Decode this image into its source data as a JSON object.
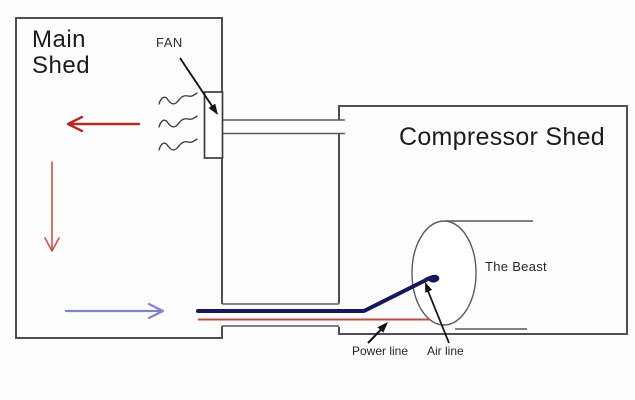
{
  "labels": {
    "main_shed": "Main Shed",
    "compressor_shed": "Compressor Shed",
    "fan": "FAN",
    "beast": "The Beast",
    "power_line": "Power line",
    "air_line": "Air line"
  },
  "colors": {
    "shed_outline": "#4f4f4f",
    "detail_line": "#5a5a5a",
    "fan_box_border": "#3d3d3d",
    "squiggle": "#3a3a3a",
    "red_arrow": "#b32b27",
    "red_arrow_vertical": "#c8544e",
    "blue_arrow": "#8283c9",
    "air_line": "#17175f",
    "power_line": "#b64f4a",
    "black_arrow": "#141414",
    "text": "#1c1c1c",
    "background": "#fdfdfd"
  }
}
